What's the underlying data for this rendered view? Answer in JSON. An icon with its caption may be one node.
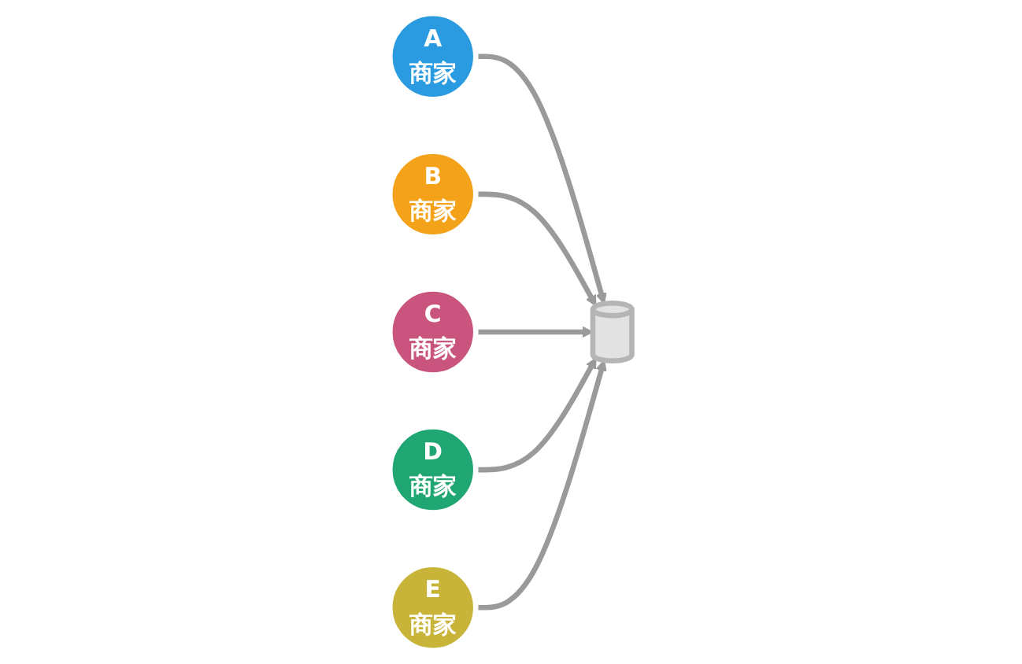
{
  "diagram": {
    "nodes": [
      {
        "text": [
          "A",
          "商家"
        ]
      },
      {
        "text": [
          "B",
          "商家"
        ]
      },
      {
        "text": [
          "C",
          "商家"
        ]
      },
      {
        "text": [
          "D",
          "商家"
        ]
      },
      {
        "text": [
          "E",
          "商家"
        ]
      },
      {
        "text": [],
        "shape": "cylinder"
      }
    ],
    "edges": [
      {
        "from": 0,
        "to": 5,
        "arrow": "to"
      },
      {
        "from": 1,
        "to": 5,
        "arrow": "to"
      },
      {
        "from": 2,
        "to": 5,
        "arrow": "to"
      },
      {
        "from": 3,
        "to": 5,
        "arrow": "to"
      },
      {
        "from": 4,
        "to": 5,
        "arrow": "to"
      }
    ]
  }
}
